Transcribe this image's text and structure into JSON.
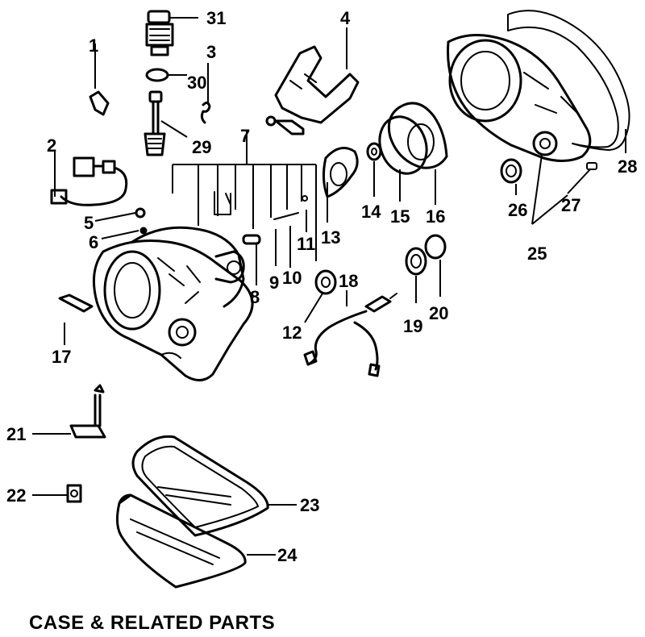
{
  "title": "CASE & RELATED PARTS",
  "callouts": {
    "p1": "1",
    "p2": "2",
    "p3": "3",
    "p4": "4",
    "p5": "5",
    "p6": "6",
    "p7": "7",
    "p8": "8",
    "p9": "9",
    "p10": "10",
    "p11": "11",
    "p12": "12",
    "p13": "13",
    "p14": "14",
    "p15": "15",
    "p16": "16",
    "p17": "17",
    "p18": "18",
    "p19": "19",
    "p20": "20",
    "p21": "21",
    "p22": "22",
    "p23": "23",
    "p24": "24",
    "p25": "25",
    "p26": "26",
    "p27": "27",
    "p28": "28",
    "p29": "29",
    "p30": "30",
    "p31": "31"
  }
}
